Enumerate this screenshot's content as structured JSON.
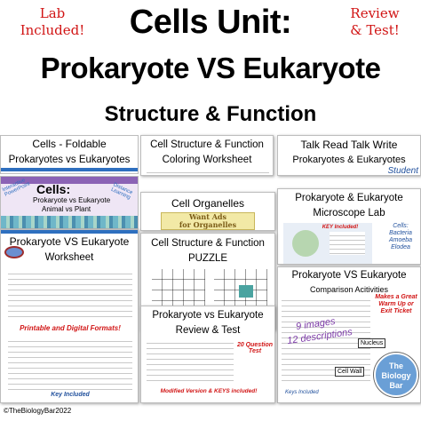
{
  "header": {
    "badge_left": [
      "Lab",
      "Included!"
    ],
    "badge_right": [
      "Review",
      "& Test!"
    ],
    "title_line1": "Cells Unit:",
    "title_line2": "Prokaryote VS Eukaryote",
    "title_line3": "Structure & Function"
  },
  "panels": {
    "foldable": {
      "title1": "Cells - Foldable",
      "title2": "Prokaryotes vs Eukaryotes"
    },
    "coloring": {
      "title1": "Cell Structure & Function",
      "title2": "Coloring Worksheet"
    },
    "talk": {
      "title1": "Talk Read Talk Write",
      "title2": "Prokaryotes & Eukaryotes",
      "tag": "Student"
    },
    "powerpoint": {
      "title1": "Cells:",
      "title2": "Prokaryote vs Eukaryote",
      "title3": "Animal vs Plant",
      "side_left": "Interactive PowerPoint",
      "side_right": "Distance Learning"
    },
    "organelles": {
      "title1": "Cell Organelles",
      "banner1": "Want Ads",
      "banner2": "for Organelles"
    },
    "microscope": {
      "title1": "Prokaryote & Eukaryote",
      "title2": "Microscope Lab",
      "note": "KEY Included!",
      "cells_label": "Cells:",
      "cells_list": [
        "Bacteria",
        "Amoeba",
        "Elodea"
      ]
    },
    "worksheet": {
      "title1": "Prokaryote VS Eukaryote",
      "title2": "Worksheet",
      "formats": "Printable and Digital Formats!",
      "key": "Key Included"
    },
    "puzzle": {
      "title1": "Cell Structure & Function",
      "title2": "PUZZLE"
    },
    "comparison": {
      "title1": "Prokaryote VS Eukaryote",
      "title2": "Comparison Acitivities",
      "note": "Makes a Great Warm Up or Exit Ticket",
      "images": "9 images",
      "descriptions": "12 descriptions",
      "label_nucleus": "Nucleus",
      "label_cellwall": "Cell Wall",
      "key": "Keys Included",
      "badge": [
        "The",
        "Biology",
        "Bar"
      ]
    },
    "review": {
      "title1": "Prokaryote vs Eukaryote",
      "title2": "Review & Test",
      "qtest": "20 Question Test",
      "modified": "Modified Version & KEYS included!"
    }
  },
  "footer": {
    "credit": "©TheBiologyBar2022"
  },
  "colors": {
    "accent_red": "#d11414",
    "accent_blue": "#2e6fbf",
    "ad_yellow": "#f2e9a6"
  }
}
